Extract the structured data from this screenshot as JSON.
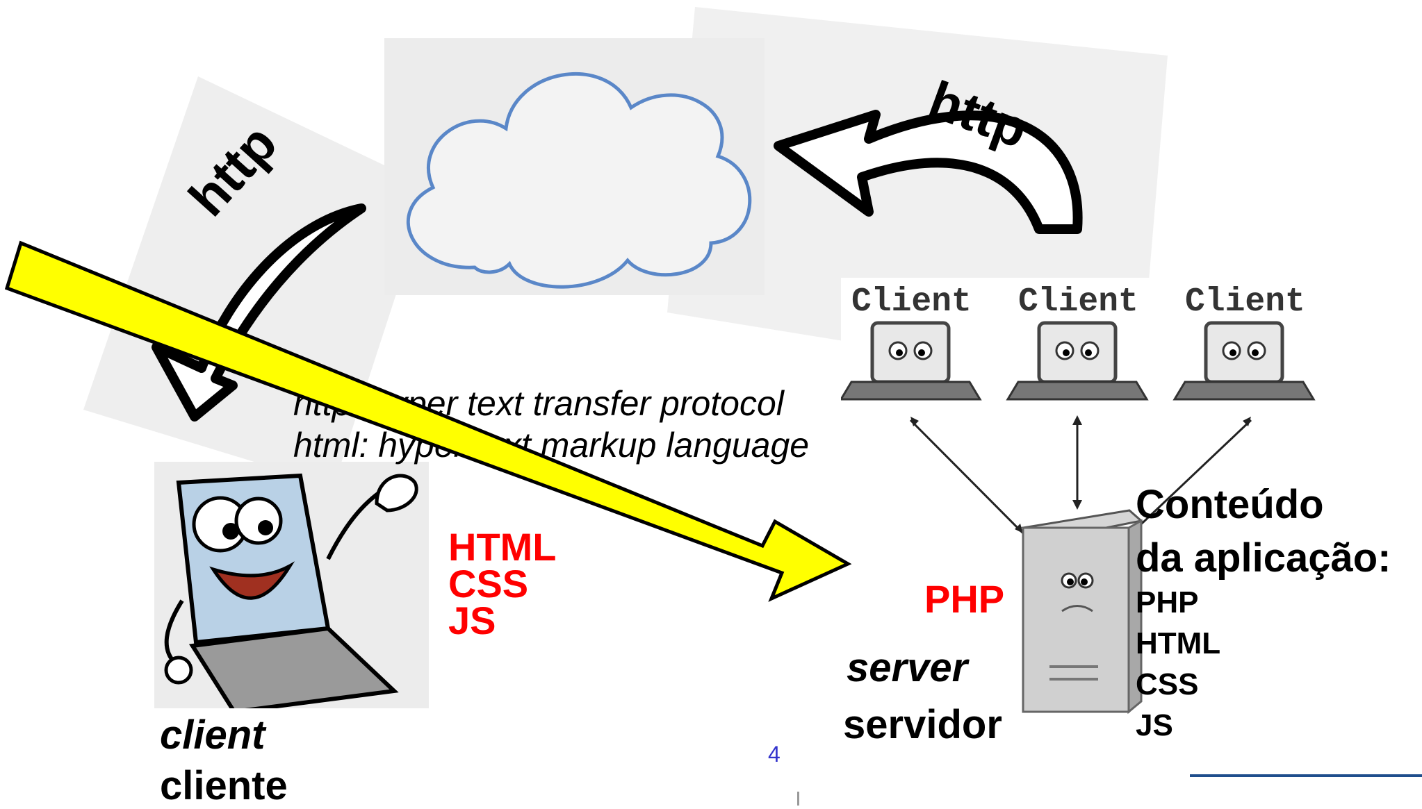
{
  "labels": {
    "http_left": "http",
    "http_right": "http",
    "definition_http": "http: hyper text transfer protocol",
    "definition_html": "html: hyper text markup language",
    "client_tech": [
      "HTML",
      "CSS",
      "JS"
    ],
    "client_en": "client",
    "client_pt": "cliente",
    "server_lang": "PHP",
    "server_en": "server",
    "server_pt": "servidor",
    "content_title_1": "Conteúdo",
    "content_title_2": "da aplicação:",
    "content_items": [
      "PHP",
      "HTML",
      "CSS",
      "JS"
    ],
    "network_clients": [
      "Client",
      "Client",
      "Client"
    ],
    "page_number": "4"
  },
  "colors": {
    "arrow_fill": "#ffff00",
    "arrow_stroke": "#000000",
    "accent_red": "#ff0000",
    "cloud_stroke": "#5a87c8",
    "cloud_fill": "#f0f0f0",
    "page_number_color": "#3333cc",
    "footer_rule": "#1f4e8c"
  }
}
